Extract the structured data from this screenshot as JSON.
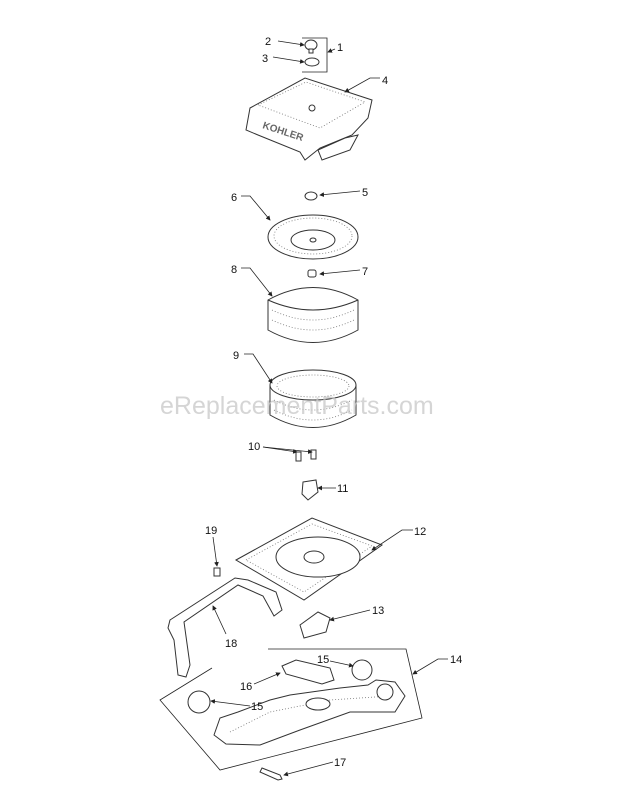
{
  "diagram": {
    "type": "exploded parts diagram",
    "watermark": "eReplacementParts.com",
    "callouts": [
      {
        "id": "c1",
        "label": "1"
      },
      {
        "id": "c2",
        "label": "2"
      },
      {
        "id": "c3",
        "label": "3"
      },
      {
        "id": "c4",
        "label": "4"
      },
      {
        "id": "c5",
        "label": "5"
      },
      {
        "id": "c6",
        "label": "6"
      },
      {
        "id": "c7",
        "label": "7"
      },
      {
        "id": "c8",
        "label": "8"
      },
      {
        "id": "c9",
        "label": "9"
      },
      {
        "id": "c10",
        "label": "10"
      },
      {
        "id": "c11",
        "label": "11"
      },
      {
        "id": "c12",
        "label": "12"
      },
      {
        "id": "c13",
        "label": "13"
      },
      {
        "id": "c14",
        "label": "14"
      },
      {
        "id": "c15a",
        "label": "15"
      },
      {
        "id": "c15b",
        "label": "15"
      },
      {
        "id": "c16",
        "label": "16"
      },
      {
        "id": "c17",
        "label": "17"
      },
      {
        "id": "c18",
        "label": "18"
      },
      {
        "id": "c19",
        "label": "19"
      }
    ],
    "logo_text": "KOHLER"
  }
}
